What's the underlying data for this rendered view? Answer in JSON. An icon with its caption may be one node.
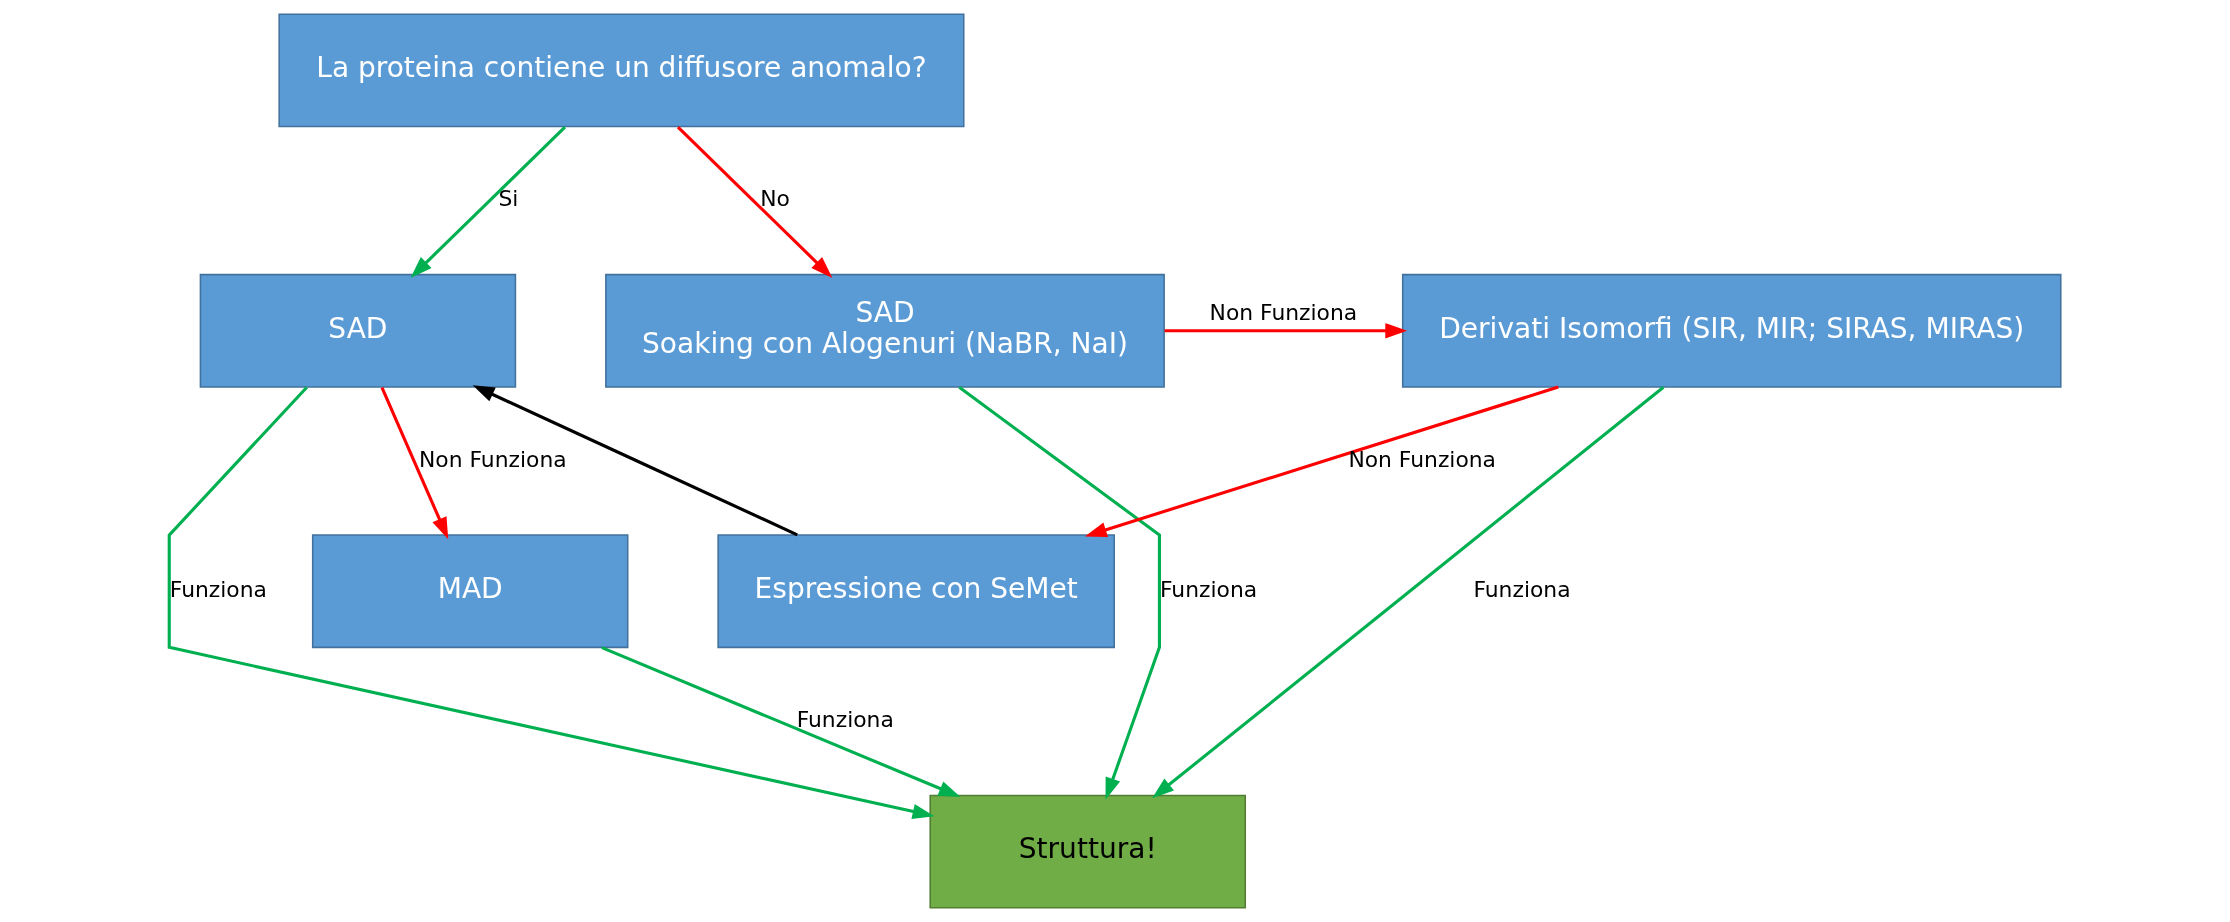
{
  "diagram": {
    "nodes": [
      {
        "text": [
          "La proteina contiene un diffusore anomalo?"
        ]
      },
      {
        "text": [
          "MAD"
        ]
      },
      {
        "text": [
          "SAD",
          "Soaking con Alogenuri (NaBR, NaI)"
        ]
      },
      {
        "text": [
          "Derivati Isomorfi (SIR, MIR; SIRAS, MIRAS)"
        ]
      },
      {
        "text": [
          "SAD"
        ]
      },
      {
        "text": [
          "Espressione con SeMet"
        ]
      },
      {
        "text": [
          "Struttura!"
        ]
      }
    ],
    "edges": [
      {
        "from": 0,
        "to": 2,
        "arrow": "to",
        "label": "No",
        "color": "#ff0000"
      },
      {
        "from": 0,
        "to": 4,
        "arrow": "to",
        "label": "Si"
      },
      {
        "from": 4,
        "to": 1,
        "arrow": "to",
        "label": "Non Funziona",
        "color": "#ff0000"
      },
      {
        "from": 1,
        "to": 6,
        "arrow": "to",
        "label": "Funziona"
      },
      {
        "from": 2,
        "to": 3,
        "arrow": "to",
        "label": "Non Funziona",
        "color": "#ff0000"
      },
      {
        "from": 2,
        "to": 6,
        "arrow": "to",
        "label": "Funziona"
      },
      {
        "from": 3,
        "to": 6,
        "arrow": "to",
        "label": "Funziona"
      },
      {
        "from": 3,
        "to": 5,
        "arrow": "to",
        "label": "Non Funziona",
        "color": "#ff0000"
      },
      {
        "from": 5,
        "to": 4,
        "arrow": "to",
        "color": "#000000"
      },
      {
        "from": 4,
        "to": 6,
        "arrow": "to",
        "label": "Funziona"
      }
    ]
  }
}
